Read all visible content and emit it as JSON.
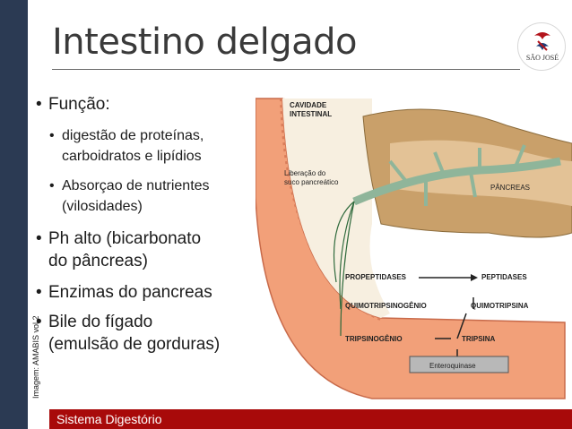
{
  "credit": "Imagem: AMABIS vol.2",
  "title": "Intestino delgado",
  "logo": {
    "text": "SÃO JOSÉ",
    "icon": "sao-jose-logo"
  },
  "bullets": [
    {
      "text": "Função:"
    },
    {
      "text": "digestão de proteínas,"
    },
    {
      "text": "carboidratos e lipídios"
    },
    {
      "text": "Absorçao de nutrientes"
    },
    {
      "text": "(vilosidades)"
    },
    {
      "text": "Ph alto (bicarbonato"
    },
    {
      "text": "do pâncreas)"
    },
    {
      "text": "Enzimas do pancreas"
    },
    {
      "text": "Bile do fígado"
    },
    {
      "text": "(emulsão de gorduras)"
    }
  ],
  "figure": {
    "cavity_label_1": "CAVIDADE",
    "cavity_label_2": "INTESTINAL",
    "release_label_1": "Liberação do",
    "release_label_2": "suco pancreático",
    "pancreas_label": "PÂNCREAS",
    "propeptidases": "PROPEPTIDASES",
    "peptidases": "PEPTIDASES",
    "quimotripsinogenio": "QUIMOTRIPSINOGÊNIO",
    "quimotripsina": "QUIMOTRIPSINA",
    "tripsinogenio": "TRIPSINOGÊNIO",
    "tripsina": "TRIPSINA",
    "enteroquinase": "Enteroquinase"
  },
  "footer": "Sistema Digestório",
  "colors": {
    "left_bar": "#2b3a53",
    "footer_bg": "#a80a0a",
    "intestine": "#f2a079",
    "pancreas": "#c9a06a",
    "duct": "#8fb59a",
    "arrow": "#2f6a3c"
  }
}
